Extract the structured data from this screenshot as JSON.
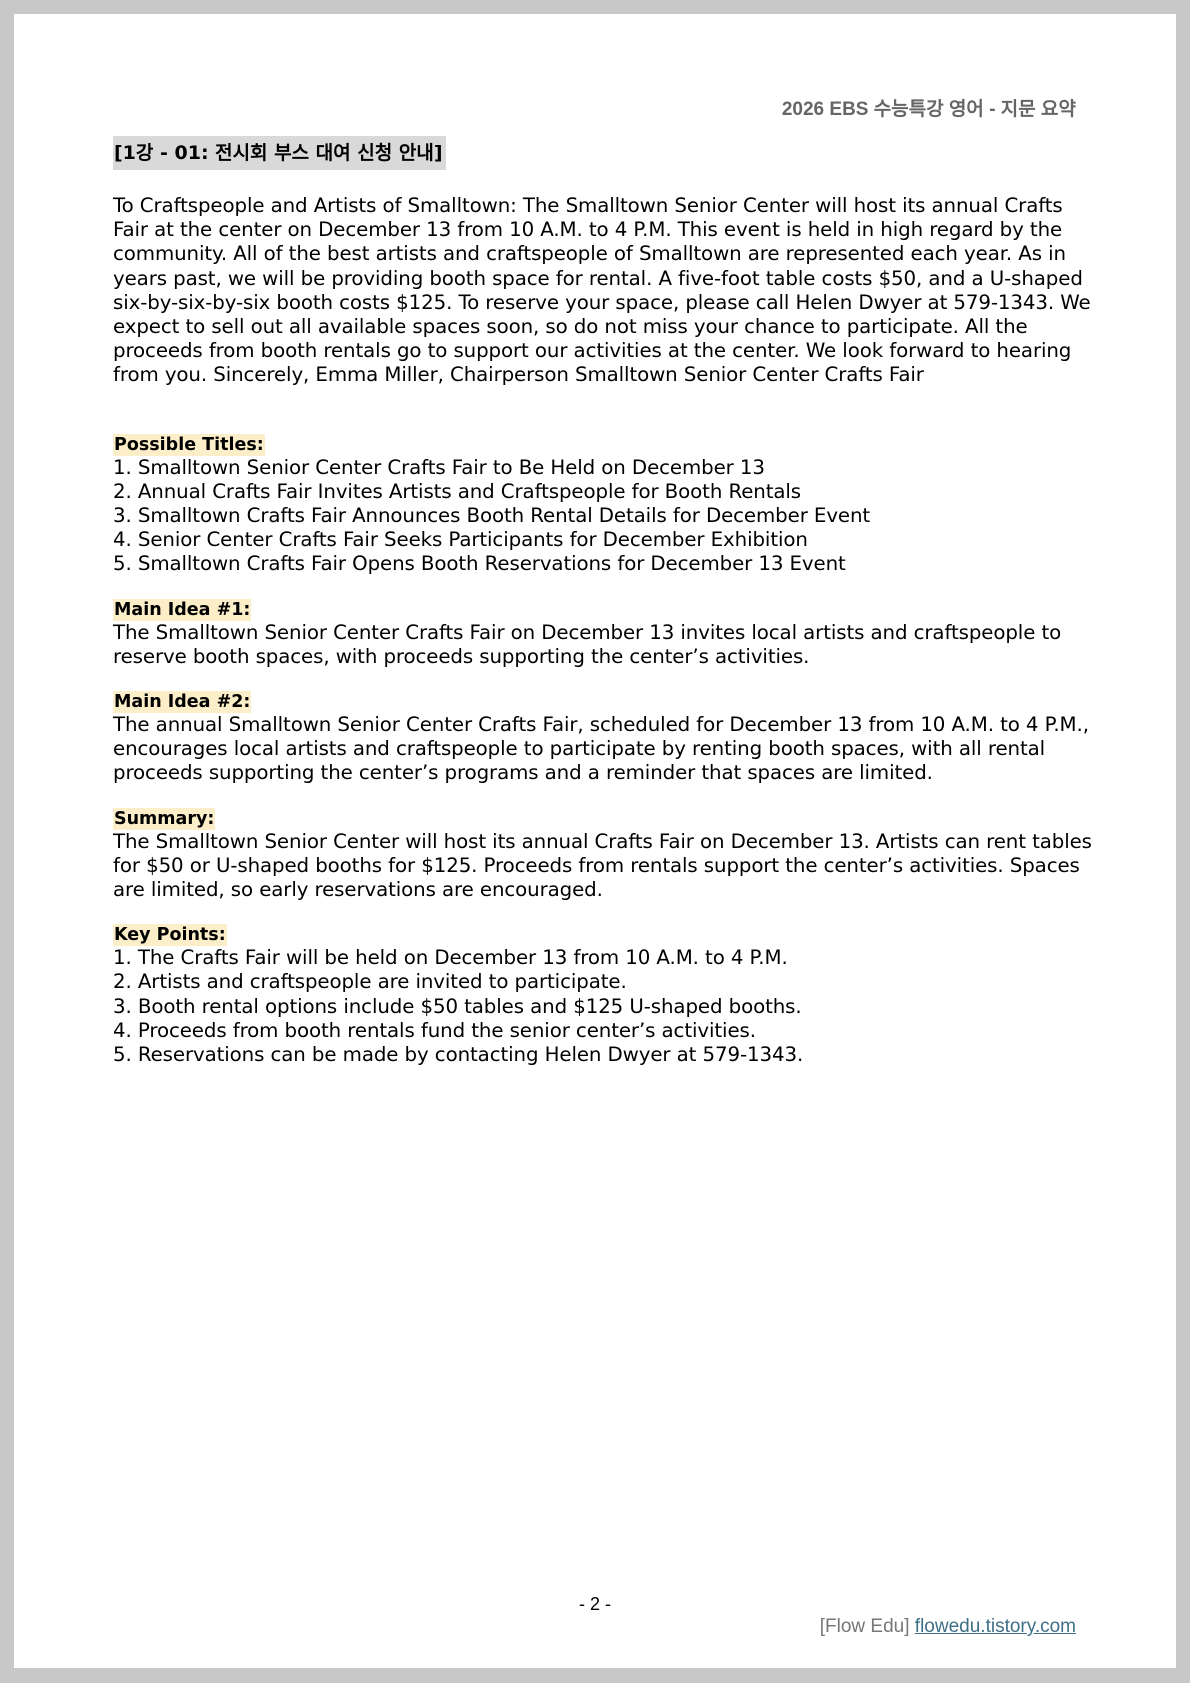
{
  "header": {
    "title": "2026 EBS 수능특강 영어 - 지문 요약"
  },
  "section": {
    "title": "[1강 - 01: 전시회 부스 대여 신청 안내]",
    "passage": "To Craftspeople and Artists of Smalltown: The Smalltown Senior Center will host its annual Crafts Fair at the center on December 13 from 10 A.M. to 4 P.M. This event is held in high regard by the community. All of the best artists and craftspeople of Smalltown are represented each year. As in years past, we will be providing booth space for rental. A five-foot table costs $50, and a U-shaped six-by-six-by-six booth costs $125. To reserve your space, please call Helen Dwyer at 579-1343. We expect to sell out all available spaces soon, so do not miss your chance to participate. All the proceeds from booth rentals go to support our activities at the center. We look forward to hearing from you. Sincerely, Emma Miller, Chairperson Smalltown Senior Center Crafts Fair"
  },
  "possible_titles": {
    "label": "Possible Titles:",
    "items": [
      "1. Smalltown Senior Center Crafts Fair to Be Held on December 13",
      "2. Annual Crafts Fair Invites Artists and Craftspeople for Booth Rentals",
      "3. Smalltown Crafts Fair Announces Booth Rental Details for December Event",
      "4. Senior Center Crafts Fair Seeks Participants for December Exhibition",
      "5. Smalltown Crafts Fair Opens Booth Reservations for December 13 Event"
    ]
  },
  "main_idea_1": {
    "label": "Main Idea #1:",
    "text": "The Smalltown Senior Center Crafts Fair on December 13 invites local artists and craftspeople to reserve booth spaces, with proceeds supporting the center’s activities."
  },
  "main_idea_2": {
    "label": "Main Idea #2:",
    "text": "The annual Smalltown Senior Center Crafts Fair, scheduled for December 13 from 10 A.M. to 4 P.M., encourages local artists and craftspeople to participate by renting booth spaces, with all rental proceeds supporting the center’s programs and a reminder that spaces are limited."
  },
  "summary": {
    "label": "Summary:",
    "text": "The Smalltown Senior Center will host its annual Crafts Fair on December 13. Artists can rent tables for $50 or U-shaped booths for $125. Proceeds from rentals support the center’s activities. Spaces are limited, so early reservations are encouraged."
  },
  "key_points": {
    "label": "Key Points:",
    "items": [
      "1. The Crafts Fair will be held on December 13 from 10 A.M. to 4 P.M.",
      "2. Artists and craftspeople are invited to participate.",
      "3. Booth rental options include $50 tables and $125 U-shaped booths.",
      "4. Proceeds from booth rentals fund the senior center’s activities.",
      "5. Reservations can be made by contacting Helen Dwyer at 579-1343."
    ]
  },
  "footer": {
    "page_number": "- 2 -",
    "brand": "[Flow Edu]",
    "link_text": "flowedu.tistory.com"
  }
}
